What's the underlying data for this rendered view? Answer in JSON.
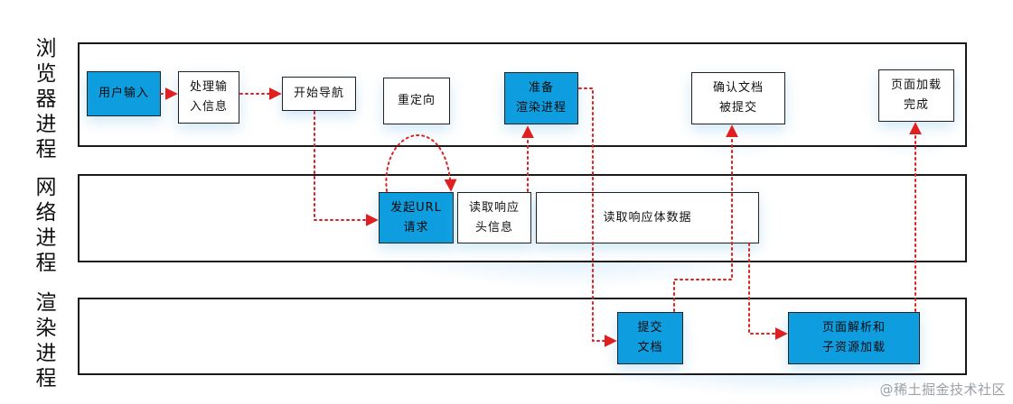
{
  "lanes": {
    "browser": "浏览器进程",
    "network": "网络进程",
    "renderer": "渲染进程"
  },
  "boxes": {
    "user_input": "用户输入",
    "process_input_1": "处理输",
    "process_input_2": "入信息",
    "start_nav": "开始导航",
    "redirect": "重定向",
    "prepare_render_1": "准备",
    "prepare_render_2": "渲染进程",
    "confirm_doc_1": "确认文档",
    "confirm_doc_2": "被提交",
    "page_done_1": "页面加载",
    "page_done_2": "完成",
    "send_url_1": "发起URL",
    "send_url_2": "请求",
    "read_header_1": "读取响应",
    "read_header_2": "头信息",
    "read_body": "读取响应体数据",
    "submit_doc_1": "提交",
    "submit_doc_2": "文档",
    "parse_page_1": "页面解析和",
    "parse_page_2": "子资源加载"
  },
  "watermark": "@稀土掘金技术社区",
  "colors": {
    "accent_box": "#0e9ee0",
    "arrow": "#e02020",
    "border": "#1a1a1a"
  }
}
